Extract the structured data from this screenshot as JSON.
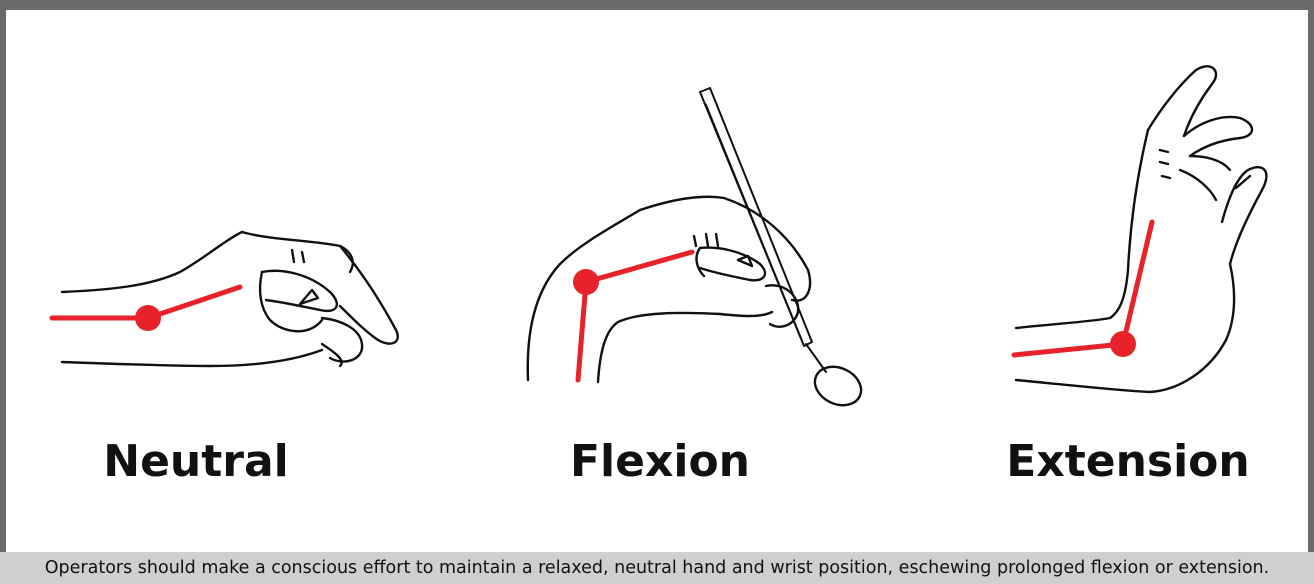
{
  "panels": [
    {
      "id": "neutral",
      "label": "Neutral",
      "angle_deg": 180
    },
    {
      "id": "flexion",
      "label": "Flexion",
      "angle_deg": 100
    },
    {
      "id": "extension",
      "label": "Extension",
      "angle_deg": 95
    }
  ],
  "caption": "Operators should make a conscious effort to maintain a relaxed, neutral hand and wrist position, eschewing prolonged flexion or extension.",
  "colors": {
    "page_bg": "#6a6a6a",
    "panel_bg": "#ffffff",
    "caption_bg": "#cfcfcf",
    "line_red": "#e8222a",
    "outline": "#111111"
  }
}
